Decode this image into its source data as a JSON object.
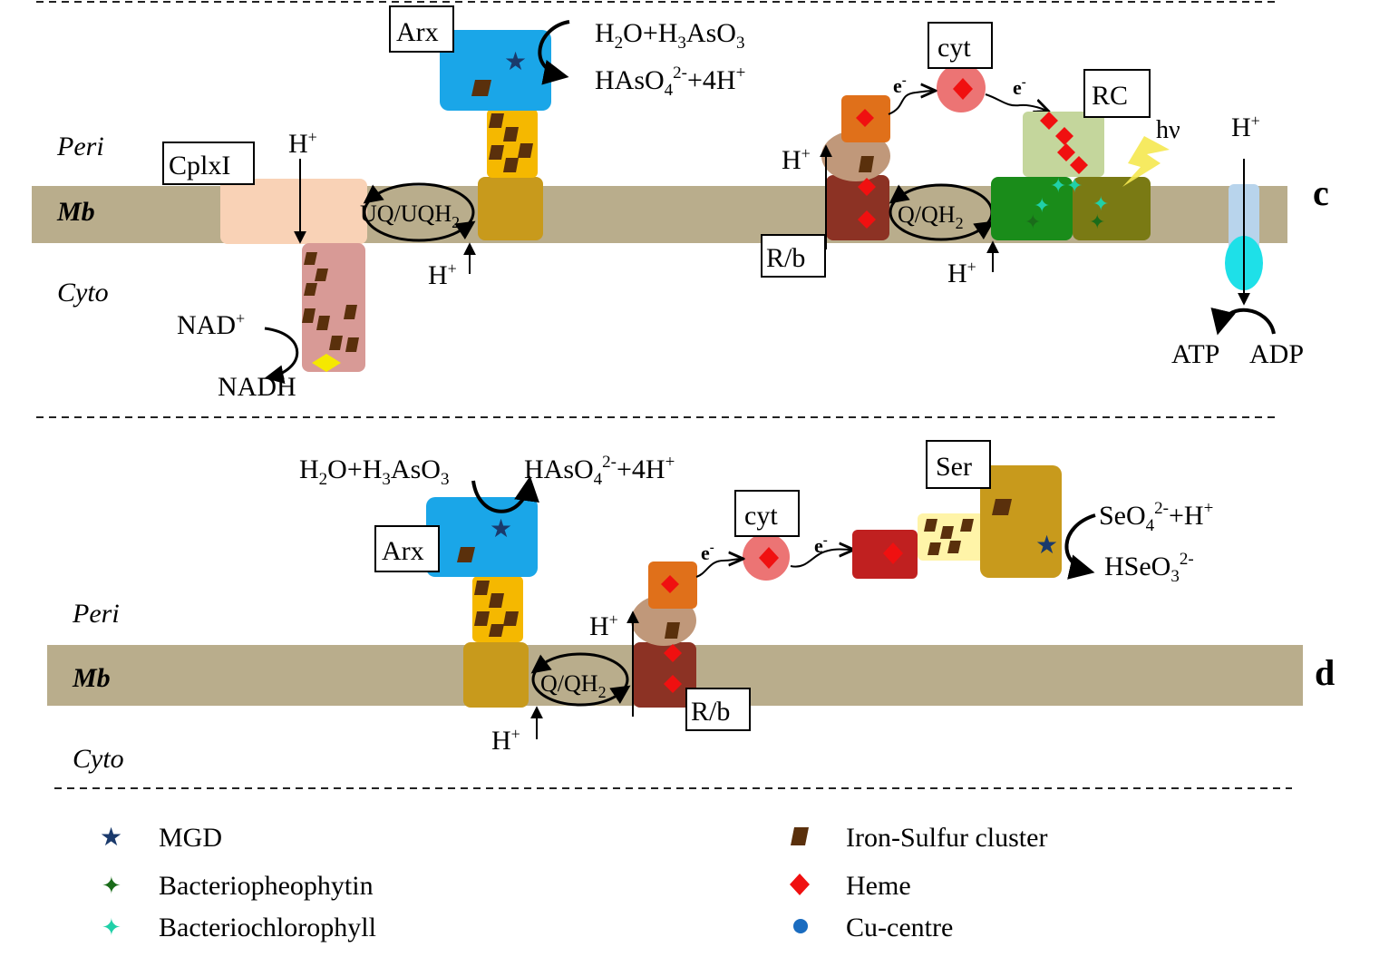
{
  "colors": {
    "membrane": "#b9ad8c",
    "arx": "#1aa6e8",
    "gold": "#c89a1c",
    "yellow_subunit": "#f5b800",
    "cplx_pink": "#f9d2b6",
    "cplx_lower": "#d89a96",
    "fes": "#5a300c",
    "heme": "#f01010",
    "cyt": "#ec7474",
    "orange_sub": "#e0701a",
    "rb_brown": "#8c3224",
    "rb_tan": "#c0987a",
    "rc_lightgreen": "#c4d69c",
    "rc_green": "#1a8c1a",
    "rc_olive": "#7a7a14",
    "atp_cyan": "#1ee0e8",
    "atp_stalk": "#b8d4ec",
    "ser_red": "#c02020",
    "ser_yellow": "#fff4a8",
    "mgd": "#1a3a6c",
    "bpheo": "#1a6c1a",
    "bchl": "#20d0a8",
    "cu": "#1a6cc0",
    "flash": "#f5e850"
  },
  "panel_c": {
    "letter": "c",
    "peri": "Peri",
    "mb": "Mb",
    "cyto": "Cyto",
    "boxes": {
      "arx": "Arx",
      "cplxi": "CplxI",
      "cyt": "cyt",
      "rc": "RC",
      "rb": "R/b"
    },
    "eq_top": "H2O+H3AsO3",
    "eq_bottom": "HAsO42-+4H+",
    "uq": "UQ/UQH2",
    "q": "Q/QH2",
    "h_plus": "H+",
    "e_minus": "e-",
    "hv": "hν",
    "nad": "NAD+",
    "nadh": "NADH",
    "atp": "ATP",
    "adp": "ADP"
  },
  "panel_d": {
    "letter": "d",
    "peri": "Peri",
    "mb": "Mb",
    "cyto": "Cyto",
    "boxes": {
      "arx": "Arx",
      "cyt": "cyt",
      "ser": "Ser",
      "rb": "R/b"
    },
    "eq_left": "H2O+H3AsO3",
    "eq_right": "HAsO42-+4H+",
    "se_top": "SeO42-+H+",
    "se_bottom": "HSeO32-",
    "q": "Q/QH2",
    "h_plus": "H+",
    "e_minus": "e-"
  },
  "legend": [
    {
      "icon": "star",
      "label": "MGD"
    },
    {
      "icon": "dark-green-cross",
      "label": "Bacteriopheophytin"
    },
    {
      "icon": "cyan-cross",
      "label": "Bacteriochlorophyll"
    },
    {
      "icon": "iron-sulfur",
      "label": "Iron-Sulfur cluster"
    },
    {
      "icon": "heme-diamond",
      "label": "Heme"
    },
    {
      "icon": "cu-dot",
      "label": "Cu-centre"
    }
  ]
}
